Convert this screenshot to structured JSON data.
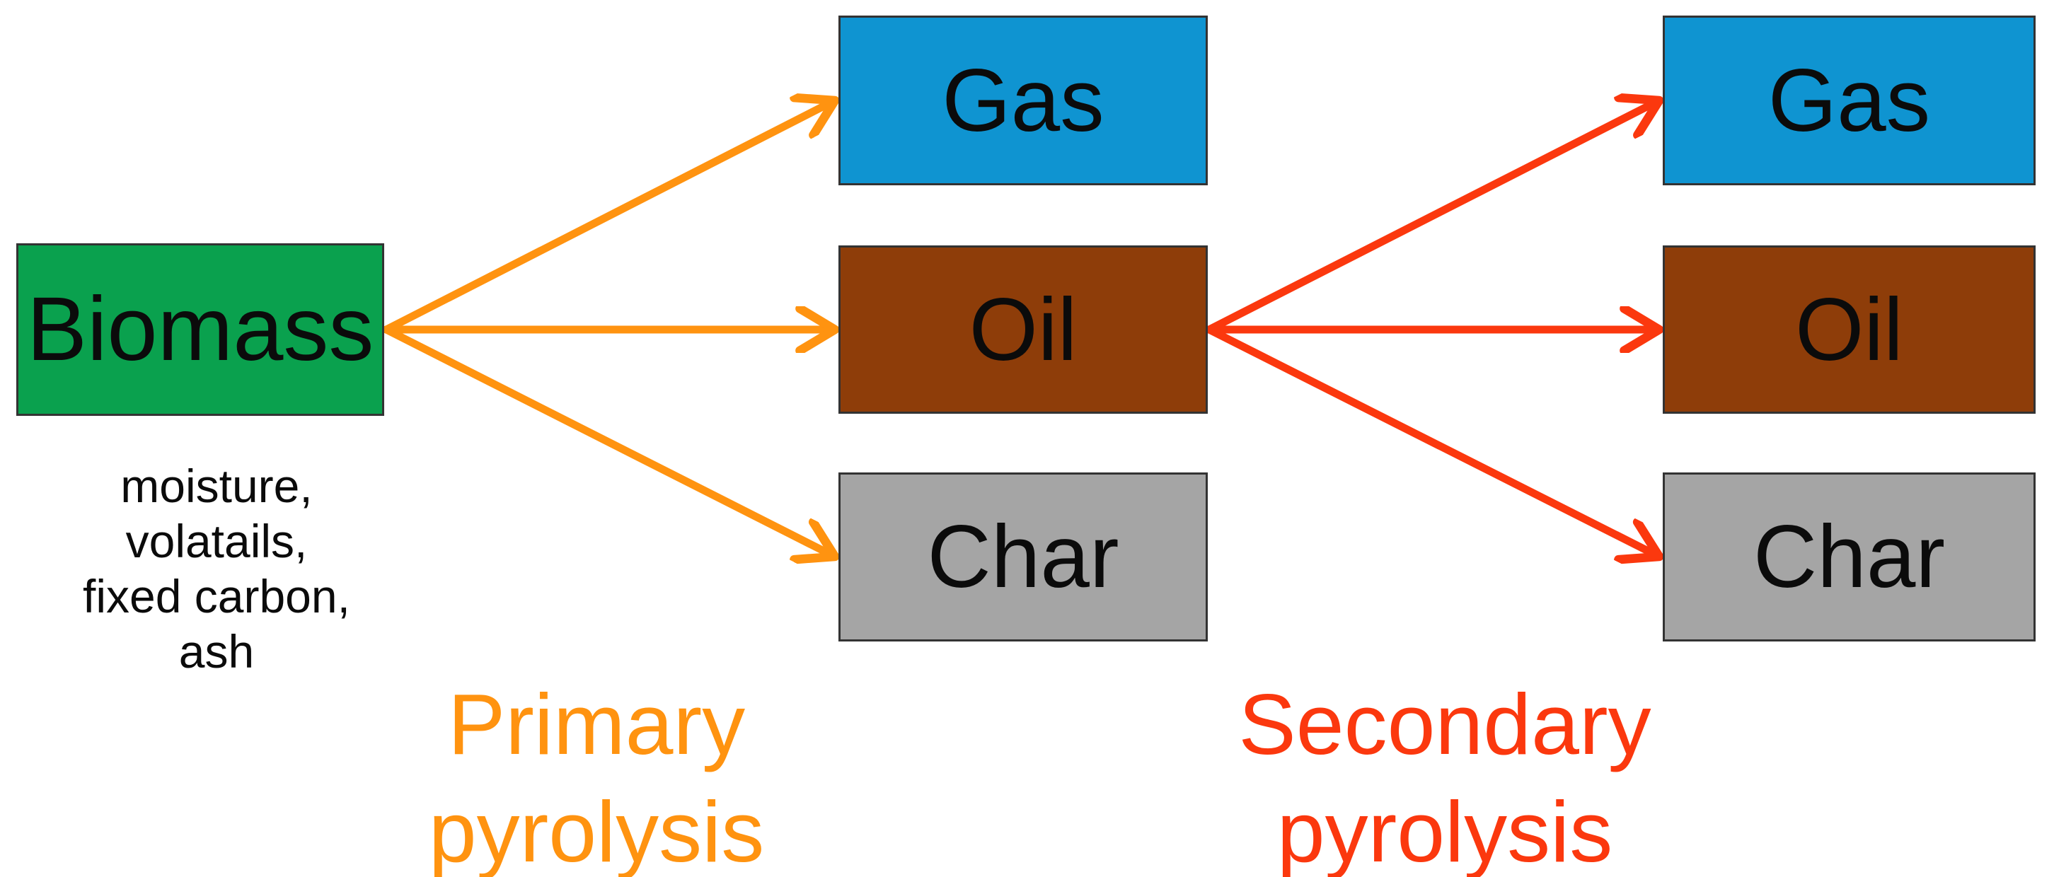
{
  "colors": {
    "green": "#0aa14e",
    "blue": "#0f94d1",
    "brown": "#8e3d09",
    "gray": "#a5a5a5",
    "orange": "#ff9310",
    "red": "#fb380e",
    "border": "#333333",
    "text": "#0b0b0b",
    "background": "#ffffff"
  },
  "feedstock": {
    "label": "Biomass",
    "components": [
      "moisture,",
      "volatails,",
      "fixed carbon,",
      "ash"
    ]
  },
  "primary_stage": {
    "label_lines": [
      "Primary",
      "pyrolysis"
    ],
    "products": [
      {
        "id": "gas",
        "label": "Gas",
        "color": "#0f94d1"
      },
      {
        "id": "oil",
        "label": "Oil",
        "color": "#8e3d09"
      },
      {
        "id": "char",
        "label": "Char",
        "color": "#a5a5a5"
      }
    ],
    "edges": [
      {
        "from": "Biomass",
        "to": "Gas"
      },
      {
        "from": "Biomass",
        "to": "Oil"
      },
      {
        "from": "Biomass",
        "to": "Char"
      }
    ]
  },
  "secondary_stage": {
    "label_lines": [
      "Secondary",
      "pyrolysis"
    ],
    "products": [
      {
        "id": "gas",
        "label": "Gas",
        "color": "#0f94d1"
      },
      {
        "id": "oil",
        "label": "Oil",
        "color": "#8e3d09"
      },
      {
        "id": "char",
        "label": "Char",
        "color": "#a5a5a5"
      }
    ],
    "edges": [
      {
        "from": "Oil",
        "to": "Gas"
      },
      {
        "from": "Oil",
        "to": "Oil"
      },
      {
        "from": "Oil",
        "to": "Char"
      }
    ]
  }
}
